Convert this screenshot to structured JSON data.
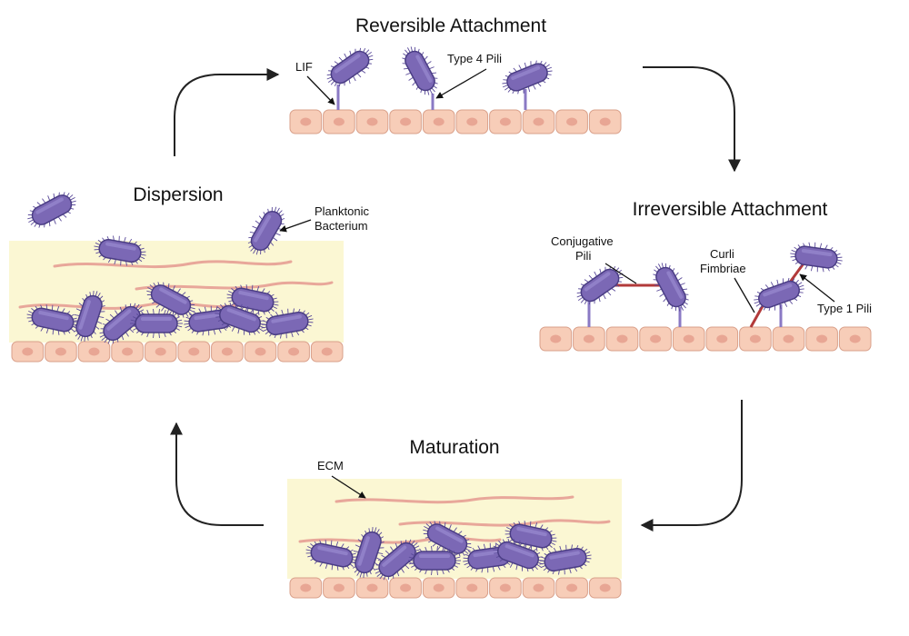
{
  "stages": {
    "reversible": {
      "title": "Reversible Attachment",
      "labels": {
        "lif": "LIF",
        "type4": "Type 4 Pili"
      }
    },
    "irreversible": {
      "title": "Irreversible  Attachment",
      "labels": {
        "conjugative": [
          "Conjugative",
          "Pili"
        ],
        "curli": [
          "Curli",
          "Fimbriae"
        ],
        "type1": "Type 1 Pili"
      }
    },
    "maturation": {
      "title": "Maturation",
      "labels": {
        "ecm": "ECM"
      }
    },
    "dispersion": {
      "title": "Dispersion",
      "labels": {
        "planktonic": [
          "Planktonic",
          "Bacterium"
        ]
      }
    }
  },
  "colors": {
    "bacterium": "#7b68b5",
    "bacterium_stroke": "#4a3d84",
    "cell": "#f7cdb8",
    "cell_stroke": "#d9a08a",
    "nucleus": "#e8a694",
    "matrix": "#fbf7d3",
    "ecm_fiber": "#e8a79a",
    "pili": "#8a79c4",
    "red_pili": "#b23a3a"
  }
}
